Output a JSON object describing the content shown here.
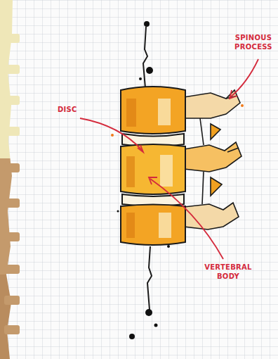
{
  "diagram": {
    "labels": [
      "DISC",
      "SPINOUS PROCESS",
      "VERTEBRAL BODY"
    ]
  }
}
